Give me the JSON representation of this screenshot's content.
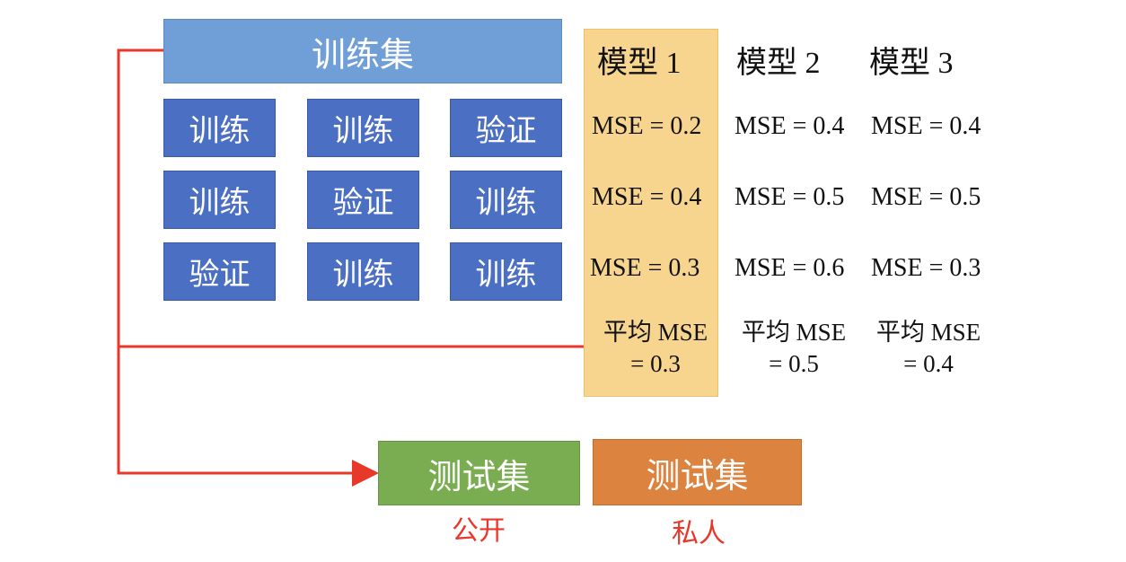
{
  "train_set": {
    "label": "训练集"
  },
  "folds": [
    [
      "训练",
      "训练",
      "验证"
    ],
    [
      "训练",
      "验证",
      "训练"
    ],
    [
      "验证",
      "训练",
      "训练"
    ]
  ],
  "models": [
    {
      "name": "模型 1",
      "mse": [
        "MSE = 0.2",
        "MSE = 0.4",
        "MSE = 0.3"
      ],
      "avg_line1": "平均 MSE",
      "avg_line2": "= 0.3"
    },
    {
      "name": "模型 2",
      "mse": [
        "MSE = 0.4",
        "MSE = 0.5",
        "MSE = 0.6"
      ],
      "avg_line1": "平均 MSE",
      "avg_line2": "= 0.5"
    },
    {
      "name": "模型 3",
      "mse": [
        "MSE = 0.4",
        "MSE = 0.5",
        "MSE = 0.3"
      ],
      "avg_line1": "平均 MSE",
      "avg_line2": "= 0.4"
    }
  ],
  "test_sets": [
    {
      "label": "测试集",
      "sub": "公开",
      "color": "#7aad52"
    },
    {
      "label": "测试集",
      "sub": "私人",
      "color": "#dc8340"
    }
  ],
  "colors": {
    "arrow": "#e8382a",
    "highlight": "#f8d58f"
  }
}
